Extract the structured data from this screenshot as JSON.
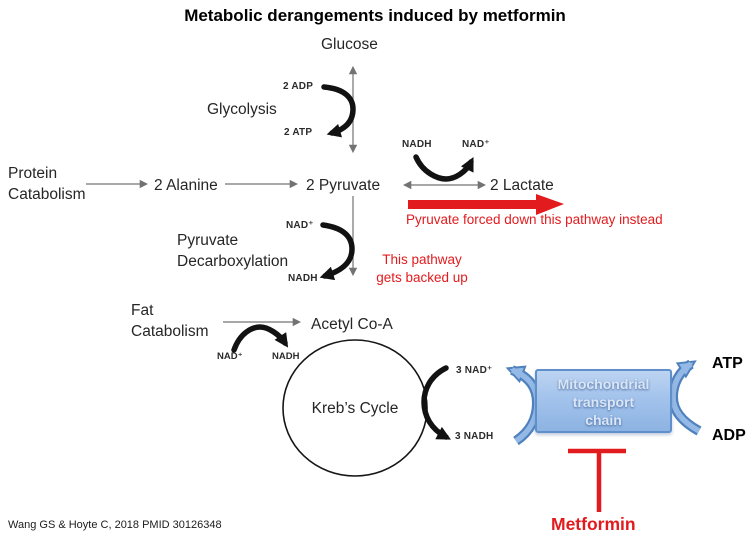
{
  "title": "Metabolic derangements induced by metformin",
  "citation": "Wang GS & Hoyte C, 2018 PMID 30126348",
  "colors": {
    "red": "#e21b1e",
    "blue_arrow_fill": "#94b9e6",
    "blue_arrow_border": "#4f81bd",
    "box_border": "#6090cc",
    "thin_arrow_gray": "#737373",
    "thick_arrow_black": "#121212"
  },
  "labels": {
    "glucose": "Glucose",
    "glycolysis": "Glycolysis",
    "adp_2": "2 ADP",
    "atp_2": "2 ATP",
    "protein_catabolism": "Protein\nCatabolism",
    "alanine_2": "2 Alanine",
    "pyruvate_2": "2 Pyruvate",
    "lactate_2": "2 Lactate",
    "nadh": "NADH",
    "nad_plus": "NAD⁺",
    "pyruvate_decarboxylation": "Pyruvate\nDecarboxylation",
    "fat_catabolism": "Fat\nCatabolism",
    "acetyl_coa": "Acetyl Co-A",
    "krebs_cycle": "Kreb’s Cycle",
    "nad_plus_3": "3 NAD⁺",
    "nadh_3": "3 NADH",
    "mitochondrial_transport_chain": "Mitochondrial\ntransport\nchain",
    "atp": "ATP",
    "adp": "ADP",
    "metformin": "Metformin"
  },
  "annotations": {
    "forced_pathway": "Pyruvate forced down this pathway instead",
    "backed_up": "This pathway\ngets backed up"
  }
}
